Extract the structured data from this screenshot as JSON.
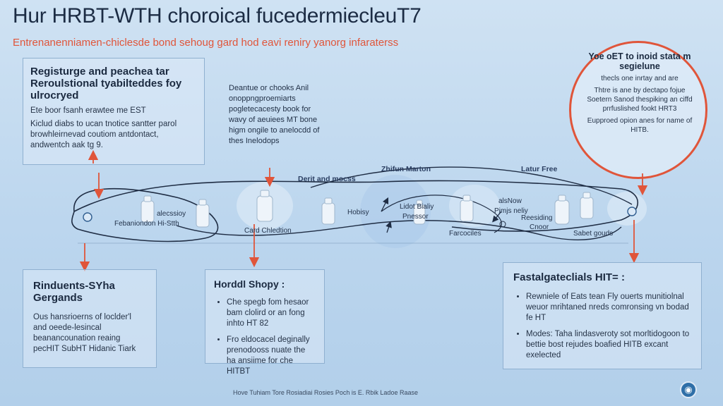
{
  "title": "Hur HRBT-WTH choroical fucedermiecleuT7",
  "subtitle": "Entrenanenniamen-chiclesde bond sehoug gard hod eavi reniry yanorg infaraterss",
  "top_left_box": {
    "heading": "Registurge and peachea tar Reroulstional tyabilteddes foy ulrocryed",
    "line1": "Ete boor fsanh erawtee me EST",
    "line2": "Kiclud diabs to ucan tnotice santter parol browhleirnevad coutiom antdontact, andwentch aak tg 9."
  },
  "center_note": {
    "text": "Deantue or chooks Anil onoppngproemiarts pogletecacesty book for wavy of aeuiees MT bone higm ongile to anelocdd of thes Inelodops"
  },
  "circle_note": {
    "heading": "Yoe oET to inoid stata m segielune",
    "line1": "thecls one inrtay and are",
    "bullet1": "Thtre is ane by dectapo fojue Soetern Sanod thespiking an ciffd prrfuslished fookt HRT3",
    "bullet2": "Eupproed opion anes for name of HITB."
  },
  "bottom_left_box": {
    "heading": "Rinduents-SYha Gergands",
    "text": "Ous hansrioerns of loclder'l and oeede-lesincal beanancounation reaing pecHIT SubHT Hidanic Tiark"
  },
  "bottom_mid_box": {
    "heading": "Horddl Shopy :",
    "bullet1": "Che spegb fom hesaor bam clolird or an fong inhto HT 82",
    "bullet2": "Fro eldocacel deginally prenodooss nuate the ha ansiime for che HITBT"
  },
  "bottom_right_box": {
    "heading": "Fastalgateclials HIT= :",
    "bullet1": "Rewniele of Eats tean Fly ouerts munitiolnal weuor mrihtaned nreds comronsing vn bodad fe HT",
    "bullet2": "Modes: Taha lindasveroty sot morltidogoon to bettie bost rejudes boafied HITB excant exelected"
  },
  "diagram_labels": {
    "dent_and_mocss": "Derit and mocss",
    "zhifun_marton": "Zhifun Marton",
    "latur_free": "Latur Free",
    "alecssioy": "alecssioy",
    "febanion": "Febaniondon Hi-Stth",
    "card_chledtion": "Card Chledtion",
    "hobisy": "Hobisy",
    "lidot_bialiy": "Lidot Bialiy",
    "pnessor": "Pnessor",
    "farcociles": "Farcociles",
    "alsnow": "alsNow",
    "pimjs_neliy": "Pimjs neliy",
    "reesiding": "Reesiding",
    "cnoor": "Cnoor",
    "sabet_gouds": "Sabet gouds"
  },
  "footer": "Hove Tuhiam Tore Rosiadiai Rosies Poch is E. Rbik Ladoe Raase",
  "colors": {
    "accent": "#e0553a",
    "line": "#1f2d44",
    "box_border": "#8fb0d0",
    "background": "#c4dbf0"
  },
  "icons": [
    "arrow-icon",
    "bottle-icon",
    "globe-icon"
  ]
}
